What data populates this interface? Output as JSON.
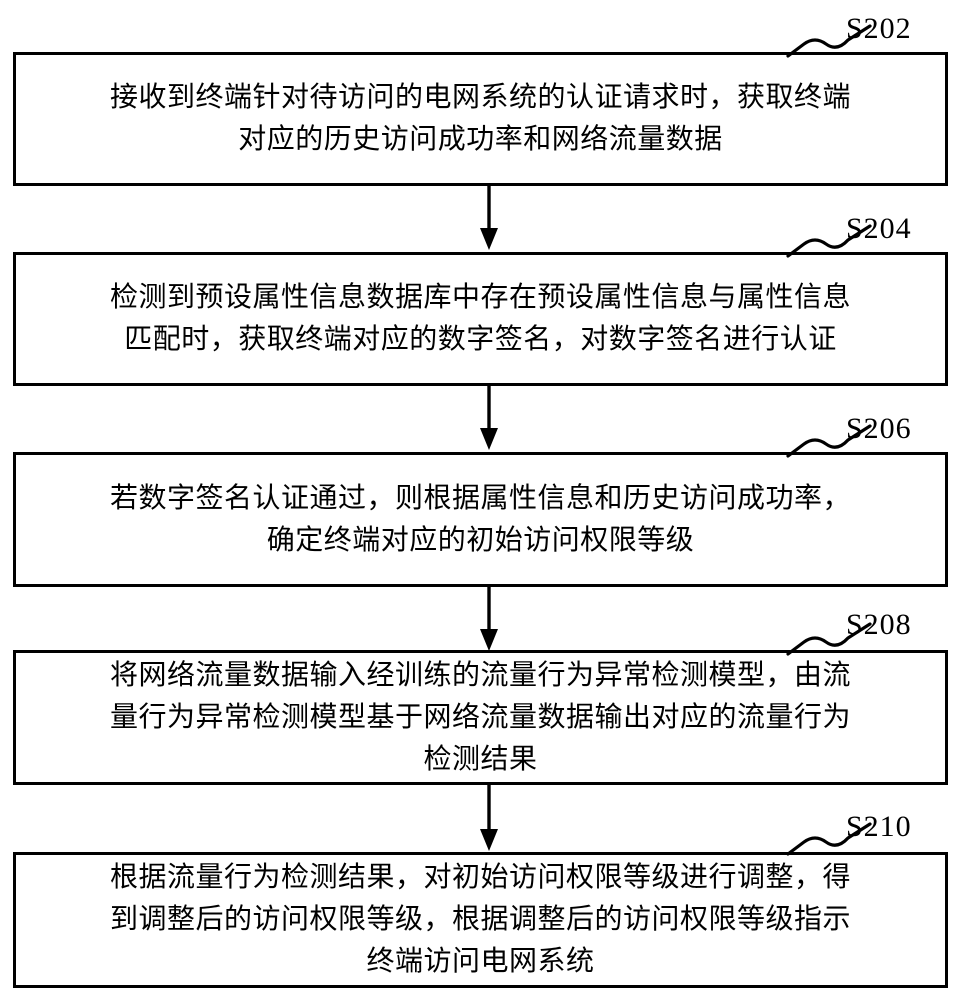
{
  "diagram": {
    "type": "flowchart",
    "orientation": "vertical",
    "background_color": "#ffffff",
    "line_color": "#000000",
    "steps": [
      {
        "label": "S202",
        "text": "接收到终端针对待访问的电网系统的认证请求时，获取终端\n对应的历史访问成功率和网络流量数据"
      },
      {
        "label": "S204",
        "text": "检测到预设属性信息数据库中存在预设属性信息与属性信息\n匹配时，获取终端对应的数字签名，对数字签名进行认证"
      },
      {
        "label": "S206",
        "text": "若数字签名认证通过，则根据属性信息和历史访问成功率，\n确定终端对应的初始访问权限等级"
      },
      {
        "label": "S208",
        "text": "将网络流量数据输入经训练的流量行为异常检测模型，由流\n量行为异常检测模型基于网络流量数据输出对应的流量行为\n检测结果"
      },
      {
        "label": "S210",
        "text": "根据流量行为检测结果，对初始访问权限等级进行调整，得\n到调整后的访问权限等级，根据调整后的访问权限等级指示\n终端访问电网系统"
      }
    ],
    "connectors": [
      {
        "from": "S202",
        "to": "S204",
        "kind": "arrow-down"
      },
      {
        "from": "S204",
        "to": "S206",
        "kind": "arrow-down"
      },
      {
        "from": "S206",
        "to": "S208",
        "kind": "arrow-down"
      },
      {
        "from": "S208",
        "to": "S210",
        "kind": "arrow-down"
      }
    ]
  }
}
